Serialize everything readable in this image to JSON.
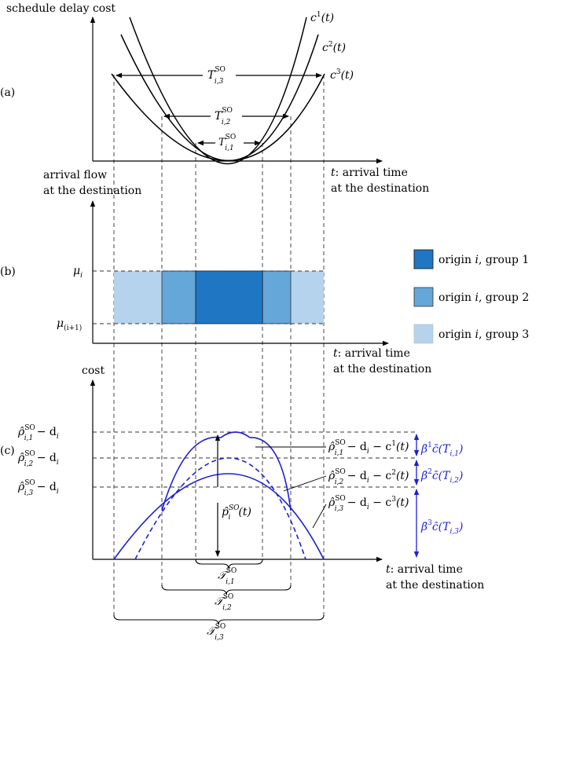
{
  "panel_labels": {
    "a": "(a)",
    "b": "(b)",
    "c": "(c)"
  },
  "panel_a": {
    "y_axis_label": "schedule delay cost",
    "x_axis_label_1": "t: arrival time",
    "x_axis_label_2": "at the destination",
    "curves": [
      "c¹(t)",
      "c²(t)",
      "c³(t)"
    ],
    "intervals": [
      "T_{i,1}^{SO}",
      "T_{i,2}^{SO}",
      "T_{i,3}^{SO}"
    ]
  },
  "panel_b": {
    "y_axis_label_1": "arrival flow",
    "y_axis_label_2": "at the destination",
    "y_tick_top": "μ_i",
    "y_tick_bottom": "μ_(i+1)",
    "x_axis_label_1": "t: arrival time",
    "x_axis_label_2": "at the destination",
    "legend": [
      {
        "label": "origin i, group 1",
        "color": "#1f77c4"
      },
      {
        "label": "origin i, group 2",
        "color": "#64a7d8"
      },
      {
        "label": "origin i, group 3",
        "color": "#b5d3ec"
      }
    ]
  },
  "panel_c": {
    "y_axis_label": "cost",
    "y_ticks": [
      "ρ̂_{i,1}^{SO} − d_i",
      "ρ̂_{i,2}^{SO} − d_i",
      "ρ̂_{i,3}^{SO} − d_i"
    ],
    "curve_labels": [
      "ρ̂_{i,1}^{SO} − d_i − c¹(t)",
      "ρ̂_{i,2}^{SO} − d_i − c²(t)",
      "ρ̂_{i,3}^{SO} − d_i − c³(t)"
    ],
    "center_label": "p̂_i^{SO}(t)",
    "blue_labels": [
      "β̄¹ c̄(T_{i,1})",
      "β̄² c̄(T_{i,2})",
      "β̄³ c̄(T_{i,3})"
    ],
    "x_axis_label_1": "t: arrival time",
    "x_axis_label_2": "at the destination",
    "braces": [
      "𝒯_{i,1}^{SO}",
      "𝒯_{i,2}^{SO}",
      "𝒯_{i,3}^{SO}"
    ],
    "blue_color": "#1f1fd6"
  }
}
